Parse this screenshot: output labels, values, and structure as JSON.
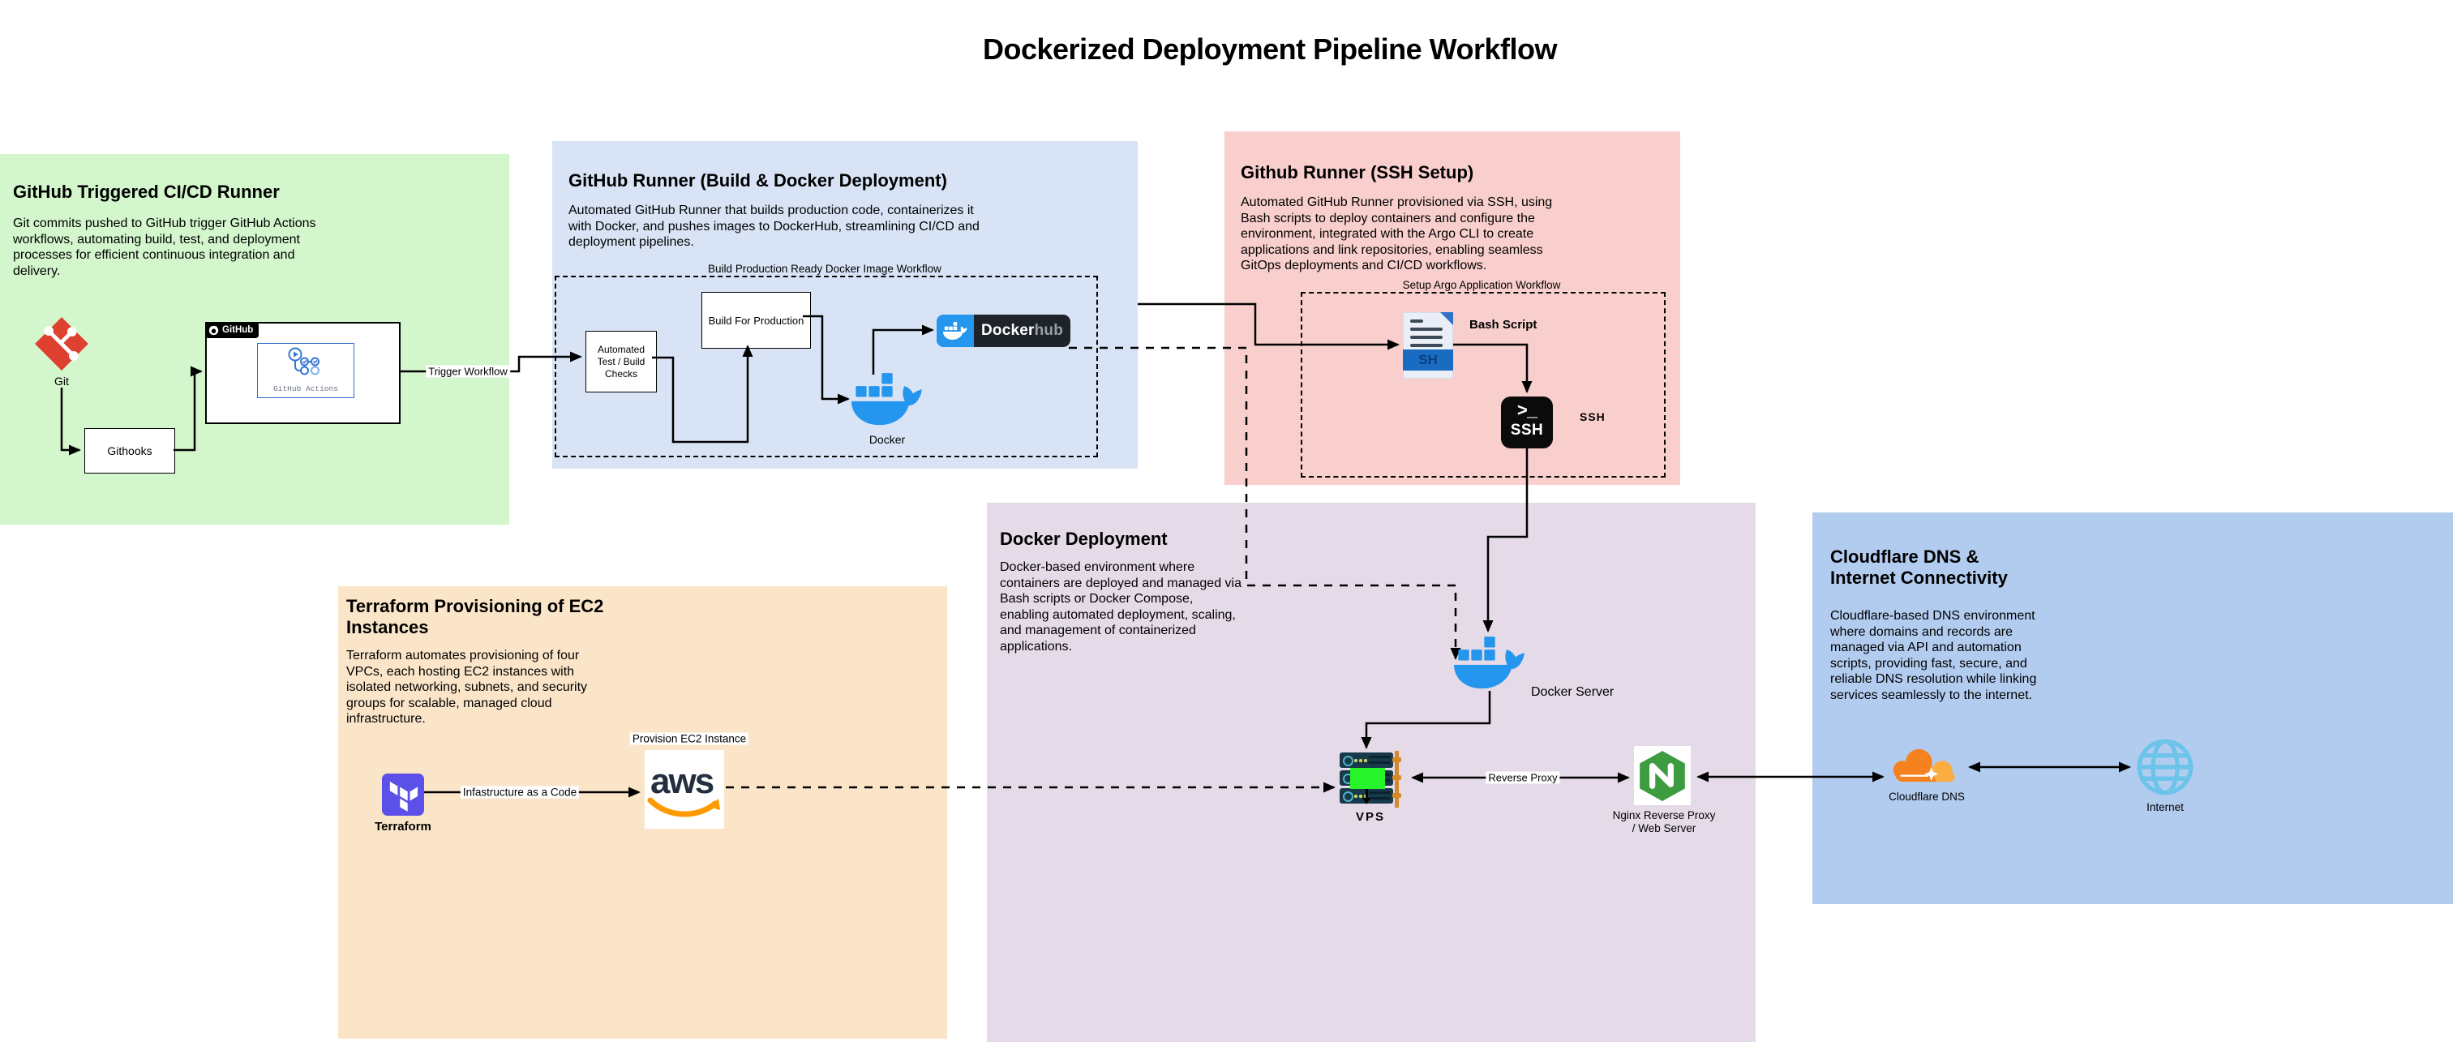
{
  "title": "Dockerized Deployment Pipeline Workflow",
  "groups": {
    "cicd": {
      "title": "GitHub Triggered CI/CD Runner",
      "description": "Git commits pushed to GitHub trigger GitHub Actions workflows, automating build, test, and deployment processes for efficient continuous integration and delivery."
    },
    "build": {
      "title": "GitHub Runner (Build & Docker Deployment)",
      "description": "Automated GitHub Runner that builds production code, containerizes it with Docker, and pushes images to DockerHub, streamlining CI/CD and deployment pipelines.",
      "workflow_label": "Build Production Ready Docker Image Workflow"
    },
    "sshsetup": {
      "title": "Github Runner (SSH Setup)",
      "description": "Automated GitHub Runner provisioned via SSH, using Bash scripts to deploy containers and configure the environment, integrated with the Argo CLI to create applications and link repositories, enabling seamless GitOps deployments and CI/CD workflows.",
      "workflow_label": "Setup Argo Application Workflow"
    },
    "deployment": {
      "title": "Docker Deployment",
      "description": "Docker-based environment where containers are deployed and managed via Bash scripts or Docker Compose, enabling automated deployment, scaling, and management of containerized applications."
    },
    "terraform": {
      "title": "Terraform Provisioning of EC2 Instances",
      "description": "Terraform automates provisioning of four VPCs, each hosting EC2 instances with isolated networking, subnets, and security groups for scalable, managed cloud infrastructure."
    },
    "cloudflare": {
      "title": "Cloudflare DNS & Internet Connectivity",
      "description": "Cloudflare-based DNS environment where domains and records are managed via API and automation scripts, providing fast, secure, and reliable DNS resolution while linking services seamlessly to the internet."
    }
  },
  "nodes": {
    "git": {
      "label": "Git"
    },
    "githooks": {
      "label": "Githooks"
    },
    "github": {
      "badge": "GitHub",
      "actions_label": "GitHub Actions"
    },
    "automated_checks": {
      "label": "Automated Test / Build Checks"
    },
    "build_production": {
      "label": "Build For Production"
    },
    "dockerhub": {
      "label_docker": "Docker",
      "label_hub": "hub"
    },
    "docker": {
      "label": "Docker"
    },
    "bash": {
      "file_ext": "SH",
      "label": "Bash Script"
    },
    "ssh": {
      "prompt": ">_",
      "icon_text": "SSH",
      "label": "SSH"
    },
    "docker_server": {
      "label": "Docker Server"
    },
    "vps": {
      "label": "VPS"
    },
    "nginx": {
      "label_line1": "Nginx Reverse Proxy",
      "label_line2": "/ Web Server"
    },
    "terraform": {
      "label": "Terraform"
    },
    "aws": {
      "logo": "aws",
      "label": "Provision EC2 Instance"
    },
    "cloudflare_dns": {
      "label": "Cloudflare DNS"
    },
    "internet": {
      "label": "Internet"
    }
  },
  "edges": {
    "trigger_workflow": "Trigger Workflow",
    "infrastructure": "Infastructure as a Code",
    "reverse_proxy": "Reverse Proxy"
  },
  "colors": {
    "green": "#d3f6cc",
    "blue": "#d8e4f6",
    "pink": "#f8cfcc",
    "purple": "#e4dae8",
    "orange": "#fbe5c9",
    "cloud_blue": "#b2ccf0",
    "docker_blue": "#2496ed",
    "nginx_green": "#3d9c40",
    "terraform_purple": "#5b50e8",
    "git_red": "#de4130",
    "cloudflare_orange": "#f6821f",
    "internet_blue": "#6cc4ea"
  }
}
